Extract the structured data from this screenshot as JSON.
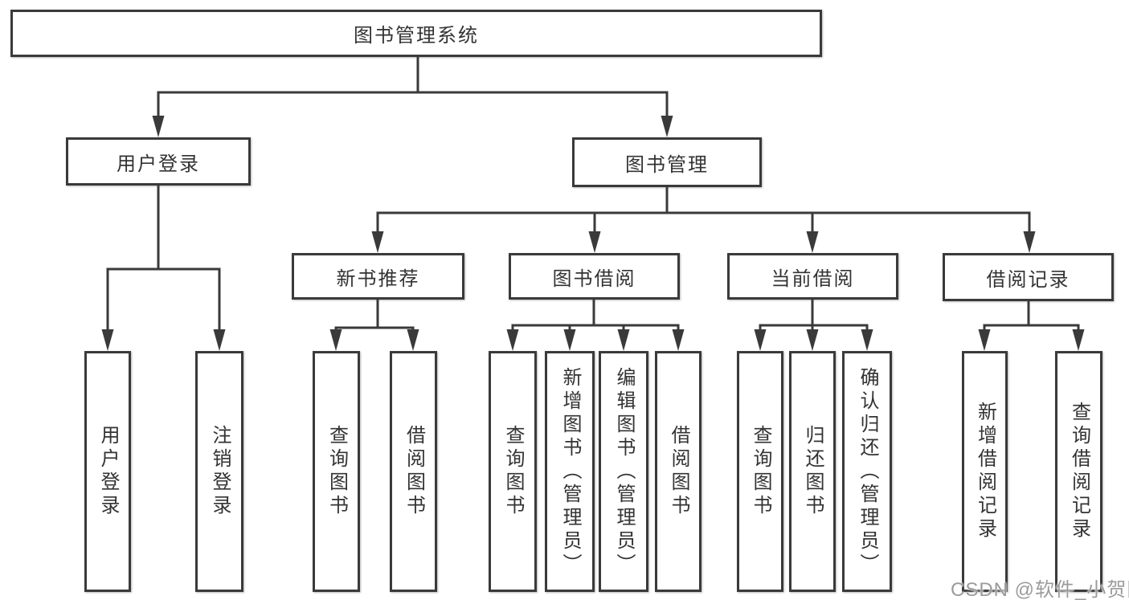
{
  "colors": {
    "line": "#3a3a3a",
    "box_border": "#3a3a3a",
    "box_background": "#ffffff",
    "text": "#333333",
    "watermark": "#9b9b9b",
    "page_background": "#ffffff"
  },
  "watermark": {
    "text": "CSDN @软件_小贺同学"
  },
  "tree": {
    "root": {
      "label": "图书管理系统"
    },
    "branches": [
      {
        "label": "用户登录",
        "children": [
          {
            "label": "用户登录"
          },
          {
            "label": "注销登录"
          }
        ]
      },
      {
        "label": "图书管理",
        "groups": [
          {
            "label": "新书推荐",
            "children": [
              {
                "label": "查询图书"
              },
              {
                "label": "借阅图书"
              }
            ]
          },
          {
            "label": "图书借阅",
            "children": [
              {
                "label": "查询图书"
              },
              {
                "label": "新增图书（管理员）"
              },
              {
                "label": "编辑图书（管理员）"
              },
              {
                "label": "借阅图书"
              }
            ]
          },
          {
            "label": "当前借阅",
            "children": [
              {
                "label": "查询图书"
              },
              {
                "label": "归还图书"
              },
              {
                "label": "确认归还（管理员）"
              }
            ]
          },
          {
            "label": "借阅记录",
            "children": [
              {
                "label": "新增借阅记录"
              },
              {
                "label": "查询借阅记录"
              }
            ]
          }
        ]
      }
    ]
  }
}
